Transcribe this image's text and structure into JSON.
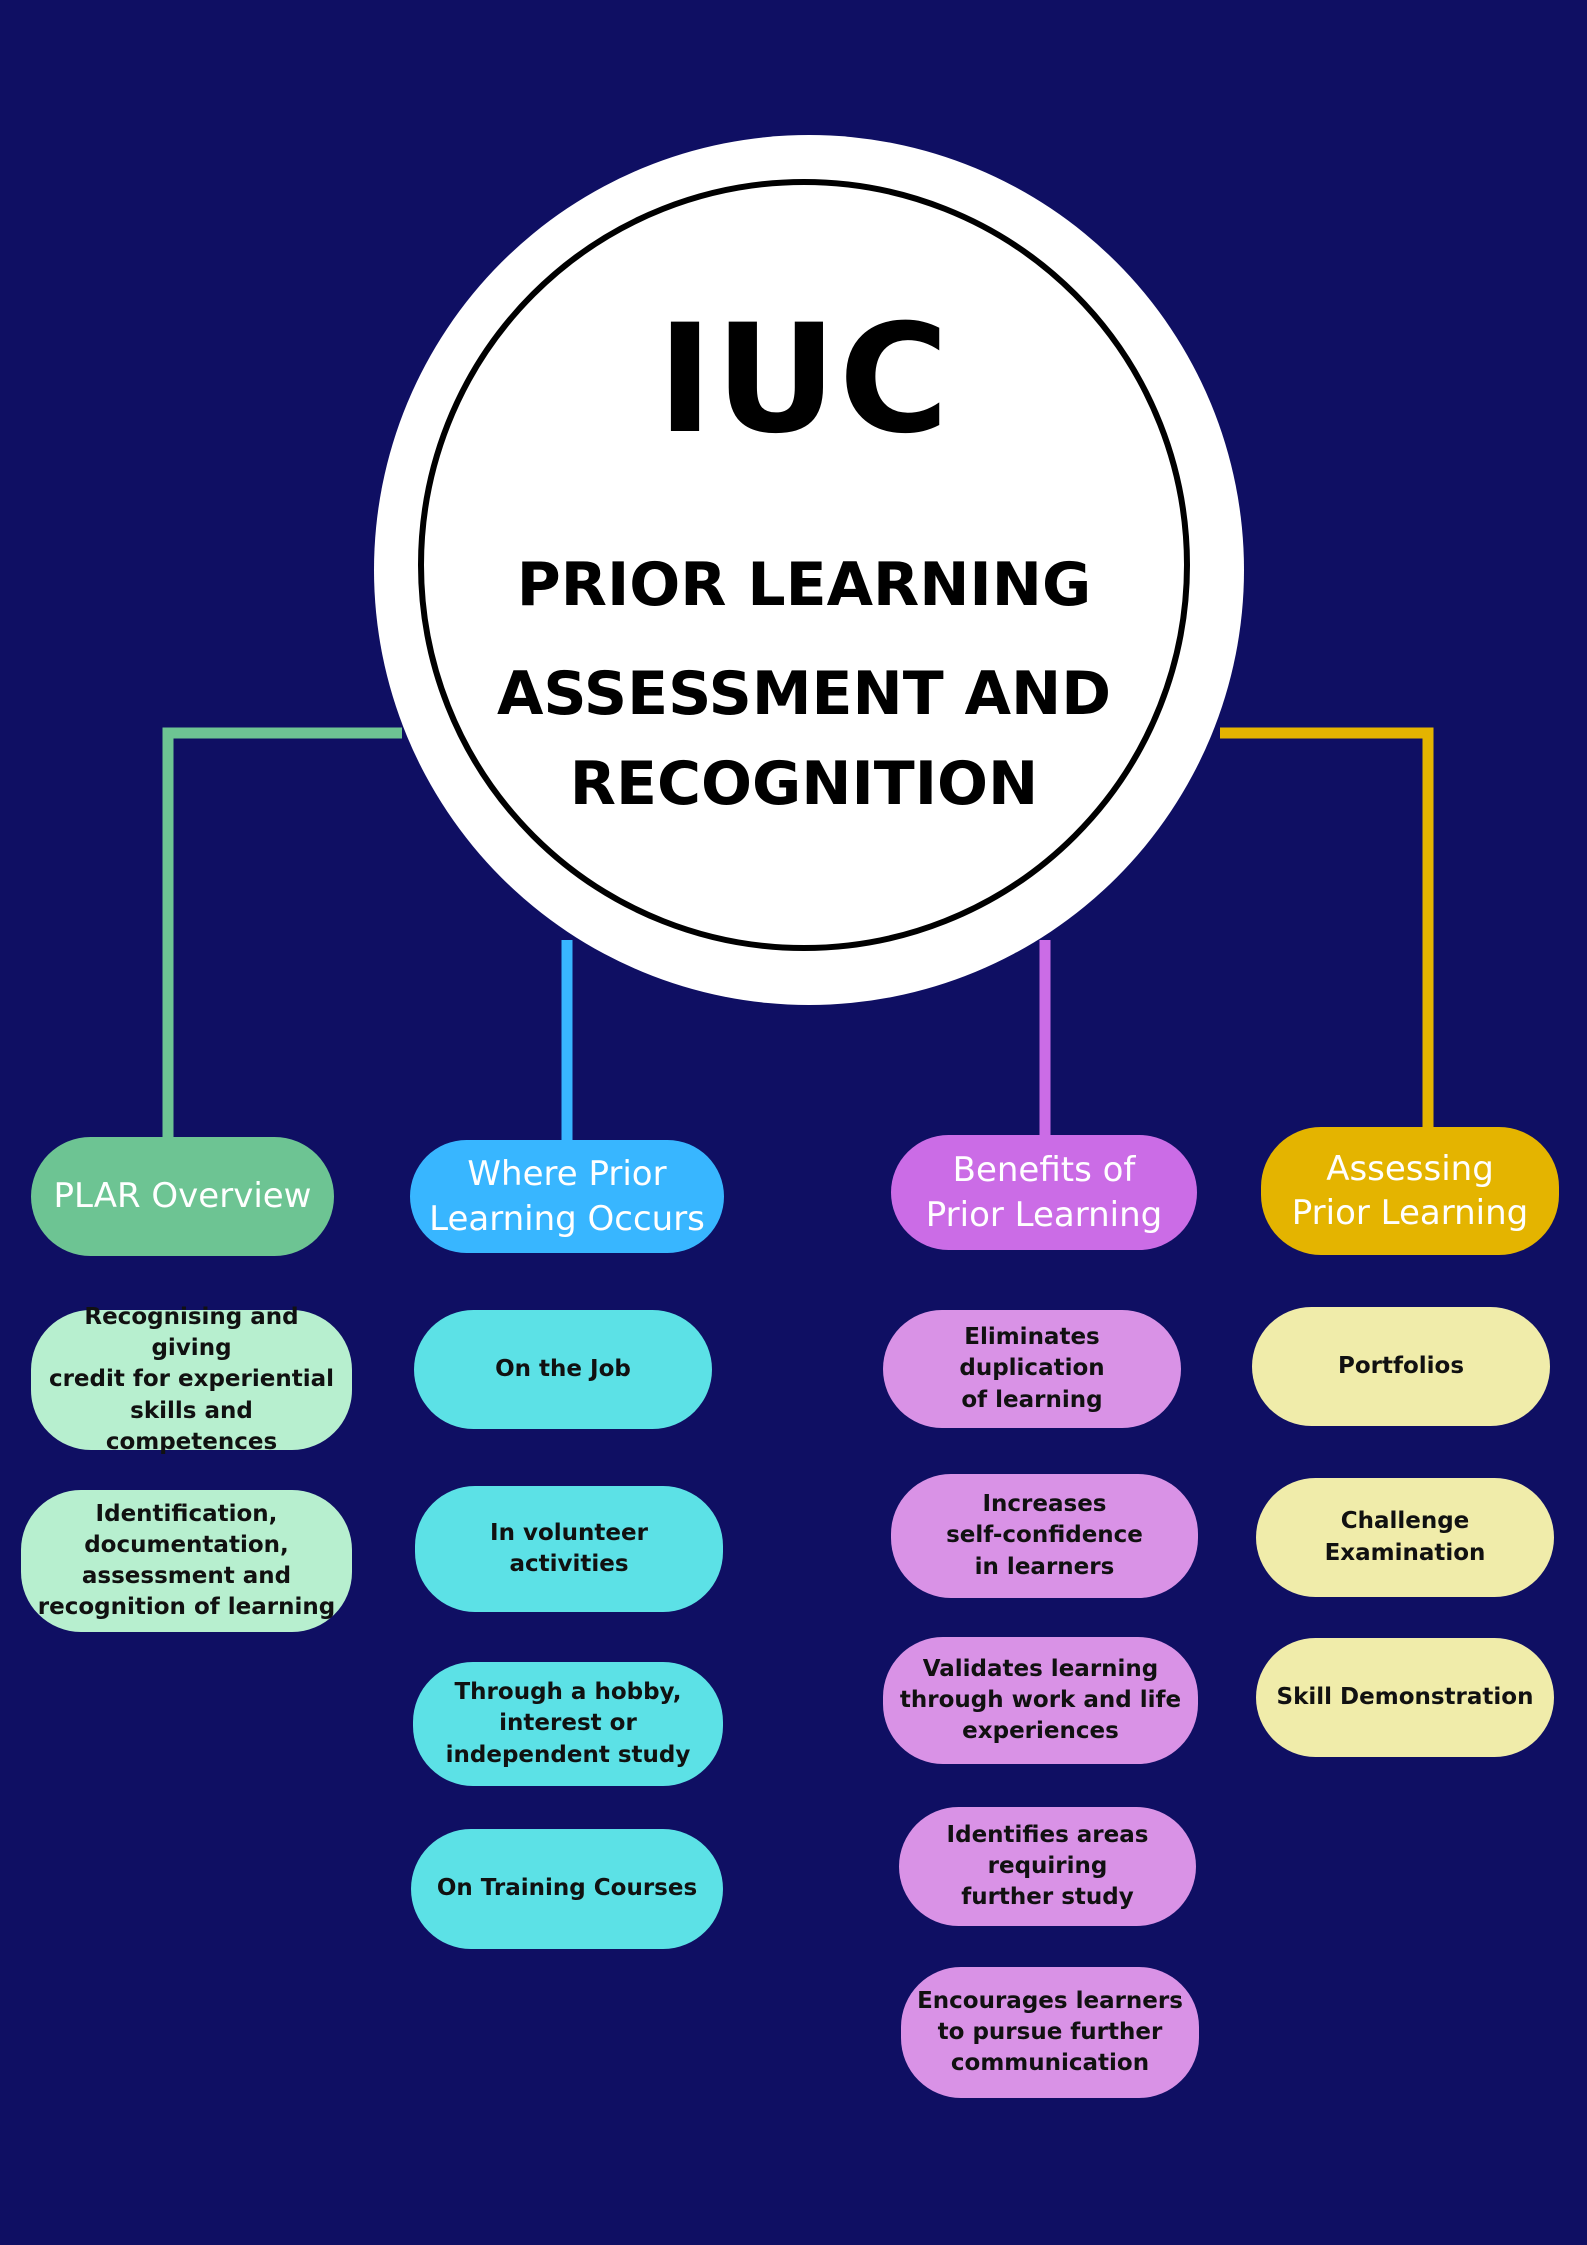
{
  "hub": {
    "brand": "IUC",
    "title_line1": "PRIOR LEARNING",
    "title_line2": "ASSESSMENT AND",
    "title_line3": "RECOGNITION"
  },
  "colors": {
    "background": "#0f0f63",
    "green": "#6dc493",
    "blue": "#38b6ff",
    "purple": "#cb6ce6",
    "gold": "#e4b400"
  },
  "branches": [
    {
      "heading": "PLAR Overview",
      "items": [
        "Recognising and giving\ncredit for experiential\nskills and competences",
        "Identification,\ndocumentation,\nassessment and\nrecognition of learning"
      ]
    },
    {
      "heading": "Where Prior\nLearning Occurs",
      "items": [
        "On the Job",
        "In volunteer activities",
        "Through a hobby,\ninterest or\nindependent study",
        "On Training Courses"
      ]
    },
    {
      "heading": "Benefits of\nPrior Learning",
      "items": [
        "Eliminates duplication\nof  learning",
        "Increases\nself-confidence\nin learners",
        "Validates learning\nthrough work and life\nexperiences",
        "Identifies areas\nrequiring\nfurther study",
        "Encourages learners\nto pursue further\ncommunication"
      ]
    },
    {
      "heading": "Assessing\nPrior Learning",
      "items": [
        "Portfolios",
        "Challenge Examination",
        "Skill Demonstration"
      ]
    }
  ]
}
